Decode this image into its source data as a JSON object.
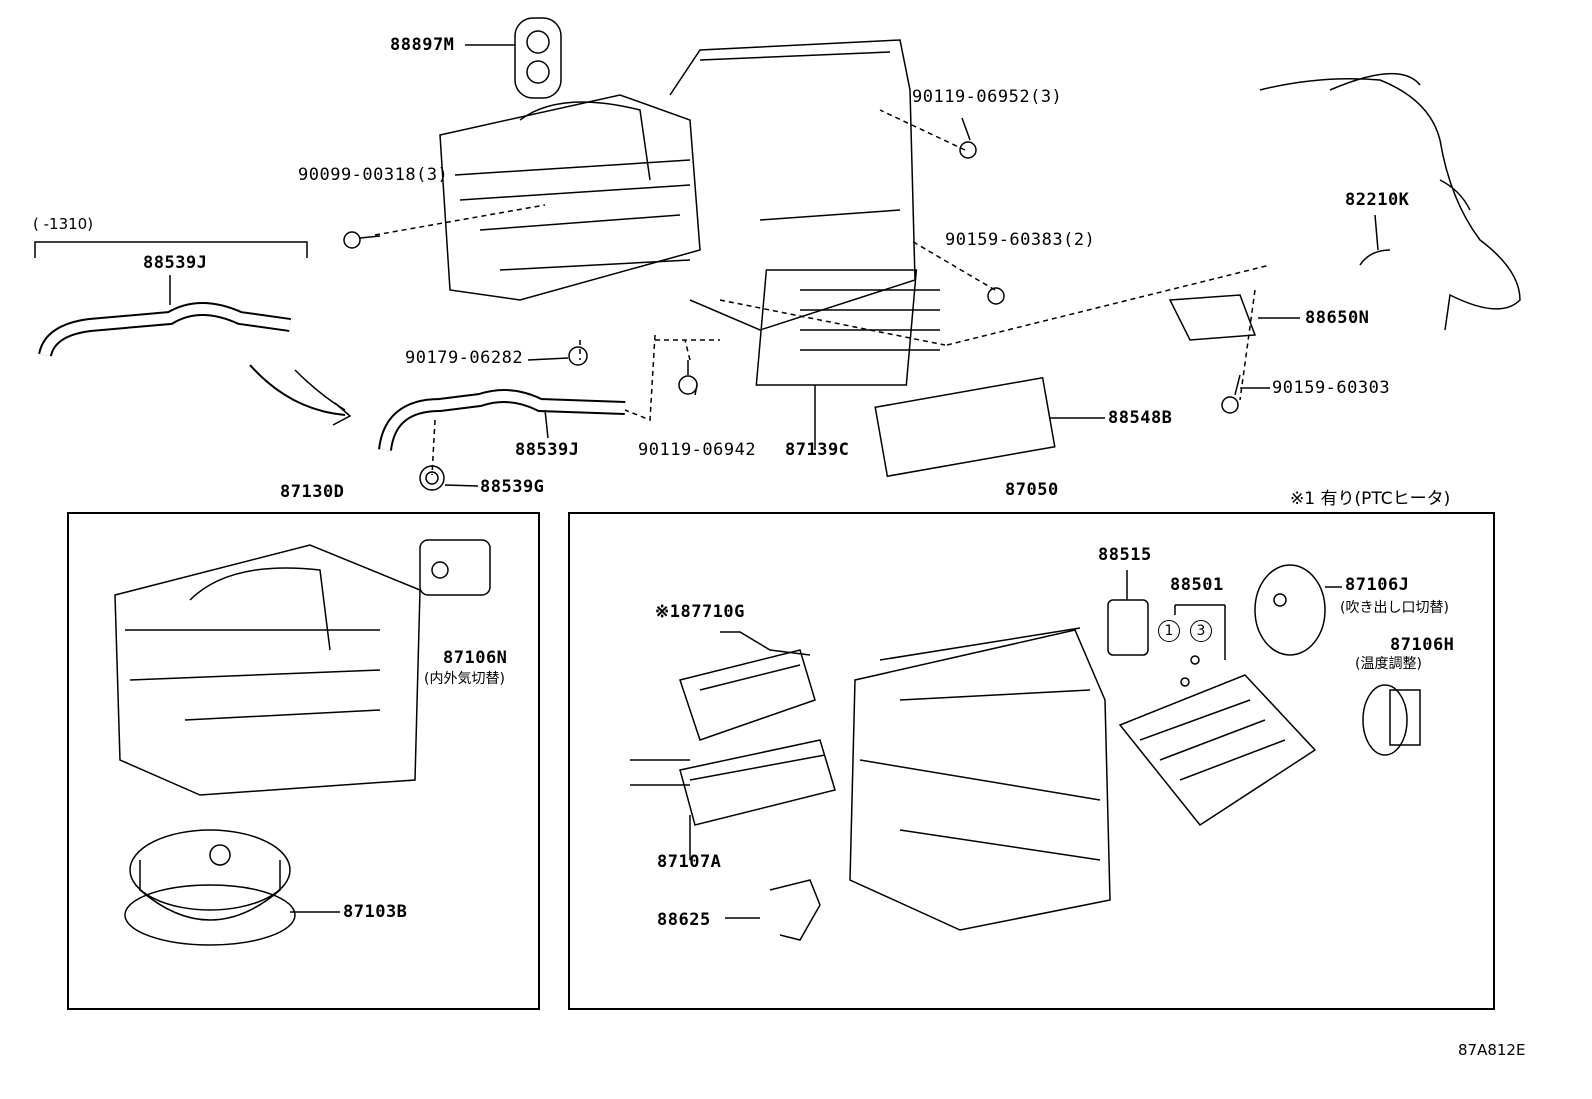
{
  "diagram_code": "87A812E",
  "range_note": "(      -1310)",
  "ptc_note": "※1 有り(PTCヒータ)",
  "groups": {
    "blower_unit": "87130D",
    "heater_unit": "87050"
  },
  "parts": {
    "grommet": "88897M",
    "screw_06952": "90119-06952(3)",
    "screw_00318": "90099-00318(3)",
    "hose_upper": "88539J",
    "harness": "82210K",
    "screw_60383": "90159-60383(2)",
    "amplifier": "88650N",
    "nut_06282": "90179-06282",
    "screw_60303": "90159-60303",
    "filter_cover": "88548B",
    "hose_lower": "88539J",
    "screw_06942": "90119-06942",
    "filter": "87139C",
    "grommet_hose": "88539G",
    "servo_n": "87106N",
    "servo_n_desc": "(内外気切替)",
    "valve": "88515",
    "evaporator": "88501",
    "servo_j": "87106J",
    "servo_j_desc": "(吹き出し口切替)",
    "servo_h": "87106H",
    "servo_h_desc": "(温度調整)",
    "ptc_heater": "※187710G",
    "heater_core": "87107A",
    "blower_motor": "87103B",
    "sensor": "88625",
    "oring_1": "1",
    "oring_3": "3"
  }
}
